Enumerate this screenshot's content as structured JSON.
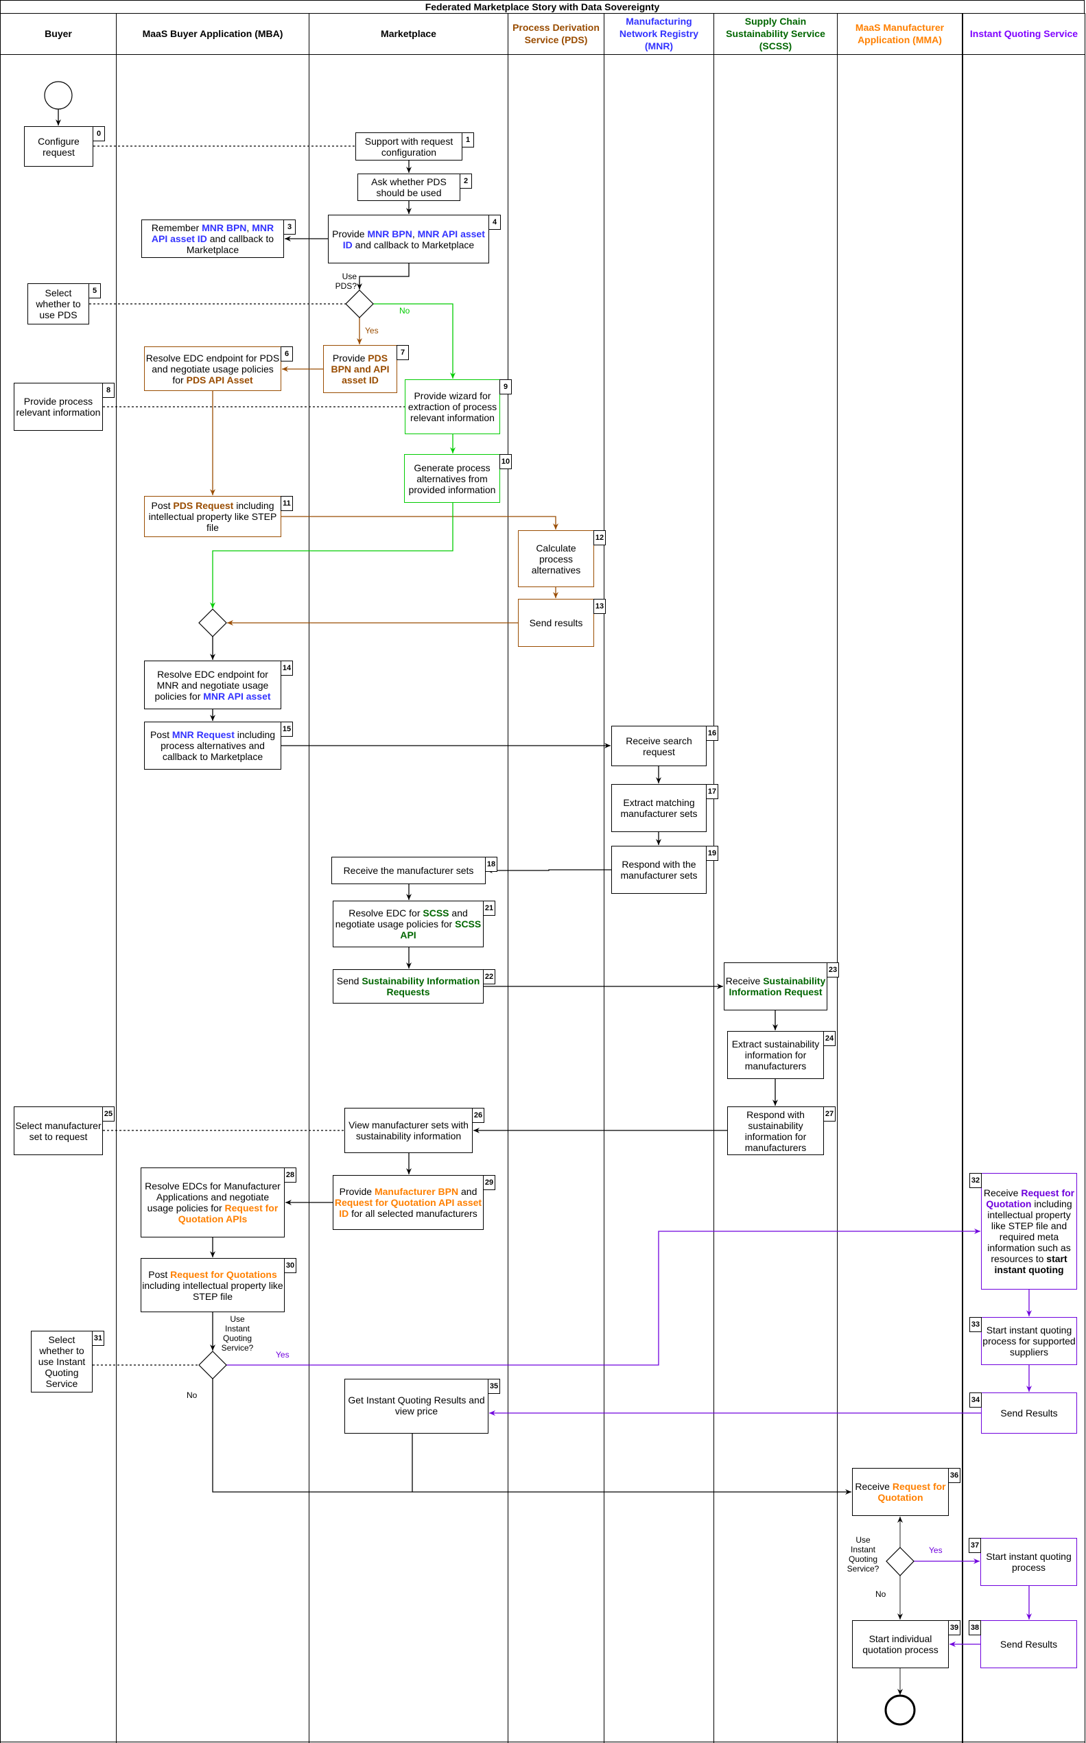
{
  "title": "Federated Marketplace Story with Data Sovereignty",
  "colors": {
    "default": "#000000",
    "pds": "#994C00",
    "mnr": "#3333FF",
    "scss": "#006600",
    "mma": "#FF8000",
    "iqs": "#6F00DD",
    "flow_green": "#00CC00"
  },
  "lanes": [
    {
      "name": "Buyer",
      "color": "#000000"
    },
    {
      "name": "MaaS Buyer Application (MBA)",
      "color": "#000000"
    },
    {
      "name": "Marketplace",
      "color": "#000000"
    },
    {
      "name": "Process Derivation Service (PDS)",
      "color": "#994C00"
    },
    {
      "name": "Manufacturing Network Registry (MNR)",
      "color": "#3333FF"
    },
    {
      "name": "Supply Chain Sustainability Service (SCSS)",
      "color": "#006600"
    },
    {
      "name": "MaaS Manufacturer Application (MMA)",
      "color": "#FF8000"
    },
    {
      "name": "Instant Quoting Service",
      "color": "#7F00FF"
    }
  ],
  "steps": [
    {
      "id": "0",
      "border": "default",
      "segments": [
        {
          "t": "Configure request"
        }
      ]
    },
    {
      "id": "1",
      "border": "default",
      "segments": [
        {
          "t": "Support with request configuration"
        }
      ]
    },
    {
      "id": "2",
      "border": "default",
      "segments": [
        {
          "t": "Ask whether PDS should be used"
        }
      ]
    },
    {
      "id": "3",
      "border": "default",
      "segments": [
        {
          "t": "Remember "
        },
        {
          "t": "MNR BPN",
          "c": "mnr"
        },
        {
          "t": ", "
        },
        {
          "t": "MNR API asset ID",
          "c": "mnr"
        },
        {
          "t": " and callback to Marketplace"
        }
      ]
    },
    {
      "id": "4",
      "border": "default",
      "segments": [
        {
          "t": "Provide "
        },
        {
          "t": "MNR BPN",
          "c": "mnr"
        },
        {
          "t": ", "
        },
        {
          "t": "MNR API asset ID",
          "c": "mnr"
        },
        {
          "t": " and callback to Marketplace"
        }
      ]
    },
    {
      "id": "5",
      "border": "default",
      "segments": [
        {
          "t": "Select whether to use PDS"
        }
      ]
    },
    {
      "id": "6",
      "border": "pds",
      "segments": [
        {
          "t": "Resolve EDC endpoint for PDS and negotiate usage policies for "
        },
        {
          "t": "PDS API Asset",
          "c": "pds"
        }
      ]
    },
    {
      "id": "7",
      "border": "pds",
      "segments": [
        {
          "t": "Provide "
        },
        {
          "t": "PDS BPN and API asset ID",
          "c": "pds"
        }
      ]
    },
    {
      "id": "8",
      "border": "default",
      "segments": [
        {
          "t": "Provide process relevant information"
        }
      ]
    },
    {
      "id": "9",
      "border": "flow_green",
      "segments": [
        {
          "t": "Provide wizard for extraction of process relevant information"
        }
      ]
    },
    {
      "id": "10",
      "border": "flow_green",
      "segments": [
        {
          "t": "Generate process alternatives from provided information"
        }
      ]
    },
    {
      "id": "11",
      "border": "pds",
      "segments": [
        {
          "t": "Post "
        },
        {
          "t": "PDS Request",
          "c": "pds"
        },
        {
          "t": " including intellectual property like STEP file"
        }
      ]
    },
    {
      "id": "12",
      "border": "pds",
      "segments": [
        {
          "t": "Calculate process alternatives"
        }
      ]
    },
    {
      "id": "13",
      "border": "pds",
      "segments": [
        {
          "t": "Send results"
        }
      ]
    },
    {
      "id": "14",
      "border": "default",
      "segments": [
        {
          "t": "Resolve EDC endpoint for MNR and negotiate usage policies for "
        },
        {
          "t": "MNR API asset",
          "c": "mnr"
        }
      ]
    },
    {
      "id": "15",
      "border": "default",
      "segments": [
        {
          "t": "Post "
        },
        {
          "t": "MNR Request",
          "c": "mnr"
        },
        {
          "t": " including process alternatives and callback to Marketplace"
        }
      ]
    },
    {
      "id": "16",
      "border": "default",
      "segments": [
        {
          "t": "Receive search request"
        }
      ]
    },
    {
      "id": "17",
      "border": "default",
      "segments": [
        {
          "t": "Extract matching manufacturer sets"
        }
      ]
    },
    {
      "id": "18",
      "border": "default",
      "segments": [
        {
          "t": "Receive the manufacturer sets"
        }
      ]
    },
    {
      "id": "19",
      "border": "default",
      "segments": [
        {
          "t": "Respond with the manufacturer sets"
        }
      ]
    },
    {
      "id": "21",
      "border": "default",
      "segments": [
        {
          "t": "Resolve EDC for "
        },
        {
          "t": "SCSS",
          "c": "scss"
        },
        {
          "t": " and negotiate usage policies for "
        },
        {
          "t": "SCSS API",
          "c": "scss"
        }
      ]
    },
    {
      "id": "22",
      "border": "default",
      "segments": [
        {
          "t": "Send "
        },
        {
          "t": "Sustainability Information Requests",
          "c": "scss"
        }
      ]
    },
    {
      "id": "23",
      "border": "default",
      "segments": [
        {
          "t": "Receive "
        },
        {
          "t": "Sustainability Information Request",
          "c": "scss"
        }
      ]
    },
    {
      "id": "24",
      "border": "default",
      "segments": [
        {
          "t": "Extract sustainability information for manufacturers"
        }
      ]
    },
    {
      "id": "25",
      "border": "default",
      "segments": [
        {
          "t": "Select manufacturer set to request"
        }
      ]
    },
    {
      "id": "26",
      "border": "default",
      "segments": [
        {
          "t": "View manufacturer sets with sustainability information"
        }
      ]
    },
    {
      "id": "27",
      "border": "default",
      "segments": [
        {
          "t": "Respond with sustainability information for manufacturers"
        }
      ]
    },
    {
      "id": "28",
      "border": "default",
      "segments": [
        {
          "t": "Resolve EDCs for Manufacturer Applications and negotiate usage policies for "
        },
        {
          "t": "Request for Quotation APIs",
          "c": "mma"
        }
      ]
    },
    {
      "id": "29",
      "border": "default",
      "segments": [
        {
          "t": "Provide "
        },
        {
          "t": "Manufacturer BPN",
          "c": "mma"
        },
        {
          "t": " and "
        },
        {
          "t": "Request for Quotation API asset ID",
          "c": "mma"
        },
        {
          "t": " for all selected manufacturers"
        }
      ]
    },
    {
      "id": "30",
      "border": "default",
      "segments": [
        {
          "t": "Post "
        },
        {
          "t": "Request for Quotations",
          "c": "mma"
        },
        {
          "t": " including intellectual property like STEP file"
        }
      ]
    },
    {
      "id": "31",
      "border": "default",
      "segments": [
        {
          "t": "Select whether to use Instant Quoting Service"
        }
      ]
    },
    {
      "id": "32",
      "border": "iqs",
      "segments": [
        {
          "t": "Receive "
        },
        {
          "t": "Request for Quotation",
          "c": "iqs"
        },
        {
          "t": " including intellectual property like STEP file and required meta information such as resources to "
        },
        {
          "t": "start instant quoting",
          "c": "default"
        }
      ]
    },
    {
      "id": "33",
      "border": "iqs",
      "segments": [
        {
          "t": "Start instant quoting process for supported suppliers"
        }
      ]
    },
    {
      "id": "34",
      "border": "iqs",
      "segments": [
        {
          "t": "Send Results"
        }
      ]
    },
    {
      "id": "35",
      "border": "default",
      "segments": [
        {
          "t": "Get Instant Quoting Results and view price"
        }
      ]
    },
    {
      "id": "36",
      "border": "default",
      "segments": [
        {
          "t": "Receive "
        },
        {
          "t": "Request for Quotation",
          "c": "mma"
        }
      ]
    },
    {
      "id": "37",
      "border": "iqs",
      "segments": [
        {
          "t": "Start instant quoting process"
        }
      ]
    },
    {
      "id": "38",
      "border": "iqs",
      "segments": [
        {
          "t": "Send Results"
        }
      ]
    },
    {
      "id": "39",
      "border": "default",
      "segments": [
        {
          "t": "Start individual quotation process"
        }
      ]
    }
  ],
  "decisions": [
    {
      "label": "Use PDS?",
      "yes": "Yes",
      "no": "No"
    },
    {
      "label": "Use Instant Quoting Service?",
      "yes": "Yes",
      "no": "No"
    },
    {
      "label": "Use Instant Quoting Service?",
      "yes": "Yes",
      "no": "No"
    }
  ]
}
